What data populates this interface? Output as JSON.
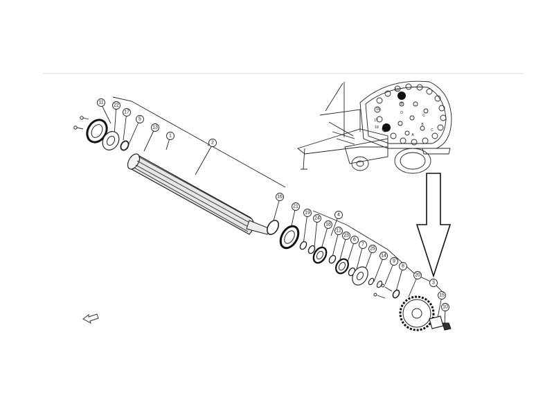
{
  "diagram": {
    "callouts": [
      {
        "id": "c11",
        "label": "11"
      },
      {
        "id": "c22",
        "label": "22"
      },
      {
        "id": "c17",
        "label": "17"
      },
      {
        "id": "c5a",
        "label": "5"
      },
      {
        "id": "c13",
        "label": "13"
      },
      {
        "id": "c1",
        "label": "1"
      },
      {
        "id": "c2",
        "label": "2"
      },
      {
        "id": "c16",
        "label": "16"
      },
      {
        "id": "c21",
        "label": "21"
      },
      {
        "id": "c19",
        "label": "19"
      },
      {
        "id": "c24",
        "label": "24"
      },
      {
        "id": "c18",
        "label": "18"
      },
      {
        "id": "c4",
        "label": "4"
      },
      {
        "id": "c12",
        "label": "12"
      },
      {
        "id": "c23",
        "label": "23"
      },
      {
        "id": "c6",
        "label": "6"
      },
      {
        "id": "c7",
        "label": "7"
      },
      {
        "id": "c25",
        "label": "25"
      },
      {
        "id": "c14",
        "label": "14"
      },
      {
        "id": "c9",
        "label": "9"
      },
      {
        "id": "c8",
        "label": "8"
      },
      {
        "id": "c20",
        "label": "20"
      },
      {
        "id": "c3",
        "label": "3"
      },
      {
        "id": "c15",
        "label": "15"
      },
      {
        "id": "c10",
        "label": "10"
      }
    ],
    "inset_labels": [
      "13",
      "B",
      "16",
      "D",
      "18",
      "17",
      "C",
      "A",
      "C",
      "B"
    ],
    "colors": {
      "line": "#222222",
      "roller": "#e6e6e6",
      "background": "#ffffff",
      "divider": "#dddddd"
    }
  }
}
